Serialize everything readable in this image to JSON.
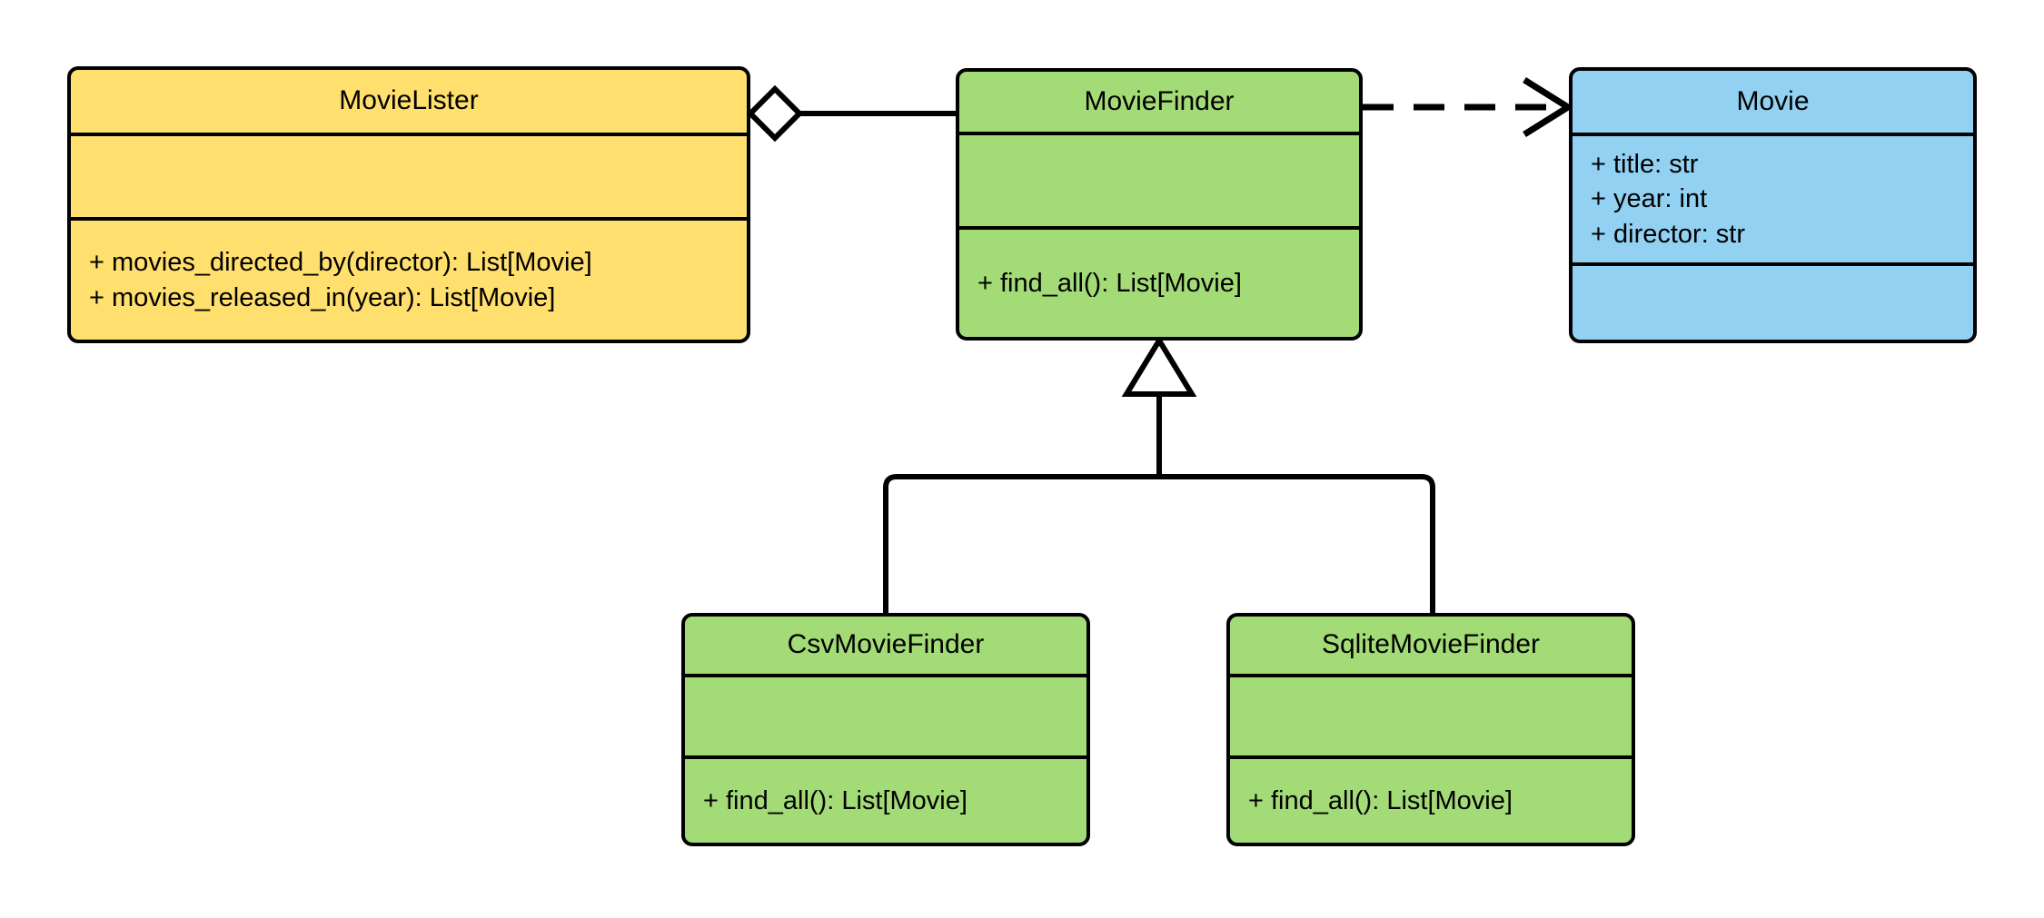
{
  "diagram": {
    "type": "uml-class-diagram",
    "background": "#ffffff",
    "stroke_color": "#000000",
    "palette": {
      "yellow": "#ffdf6e",
      "green": "#a3db77",
      "blue": "#93d1f3"
    }
  },
  "classes": [
    {
      "id": "movielister",
      "name": "MovieLister",
      "fill": "#ffdf6e",
      "attributes": [],
      "operations": [
        "+ movies_directed_by(director): List[Movie]",
        "+ movies_released_in(year): List[Movie]"
      ]
    },
    {
      "id": "moviefinder",
      "name": "MovieFinder",
      "fill": "#a3db77",
      "attributes": [],
      "operations": [
        "+ find_all(): List[Movie]"
      ]
    },
    {
      "id": "movie",
      "name": "Movie",
      "fill": "#93d1f3",
      "attributes": [
        "+ title: str",
        "+ year: int",
        "+ director: str"
      ],
      "operations": []
    },
    {
      "id": "csvmoviefinder",
      "name": "CsvMovieFinder",
      "fill": "#a3db77",
      "attributes": [],
      "operations": [
        "+ find_all(): List[Movie]"
      ]
    },
    {
      "id": "sqlitemoviefinder",
      "name": "SqliteMovieFinder",
      "fill": "#a3db77",
      "attributes": [],
      "operations": [
        "+ find_all(): List[Movie]"
      ]
    }
  ],
  "relationships": [
    {
      "id": "aggregation-movielister-moviefinder",
      "kind": "aggregation",
      "source": "MovieLister",
      "target": "MovieFinder",
      "line_style": "solid",
      "source_marker": "hollow-diamond",
      "target_marker": "none"
    },
    {
      "id": "dependency-moviefinder-movie",
      "kind": "dependency",
      "source": "MovieFinder",
      "target": "Movie",
      "line_style": "dashed",
      "source_marker": "none",
      "target_marker": "open-arrow"
    },
    {
      "id": "generalization-csvmoviefinder-moviefinder",
      "kind": "generalization",
      "source": "CsvMovieFinder",
      "target": "MovieFinder",
      "line_style": "solid",
      "source_marker": "none",
      "target_marker": "hollow-triangle"
    },
    {
      "id": "generalization-sqlitemoviefinder-moviefinder",
      "kind": "generalization",
      "source": "SqliteMovieFinder",
      "target": "MovieFinder",
      "line_style": "solid",
      "source_marker": "none",
      "target_marker": "hollow-triangle"
    }
  ]
}
